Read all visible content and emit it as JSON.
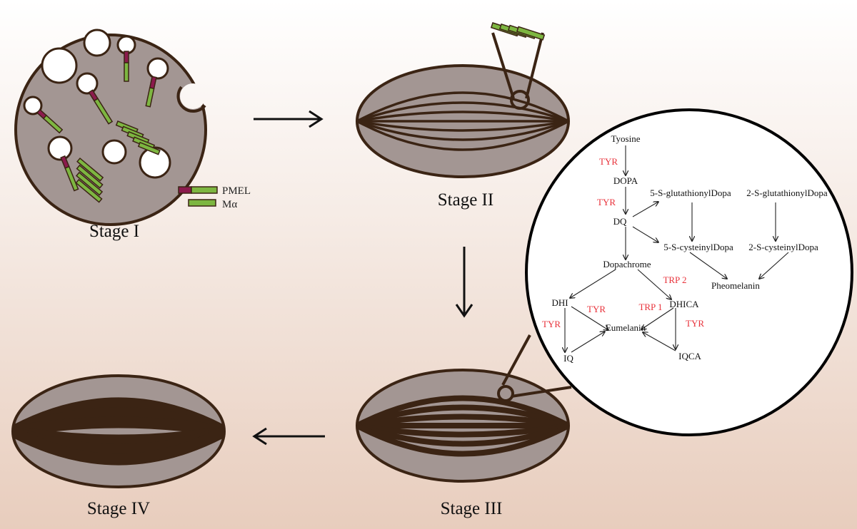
{
  "stages": {
    "s1": "Stage I",
    "s2": "Stage II",
    "s3": "Stage III",
    "s4": "Stage IV"
  },
  "legend": {
    "pmel": "PMEL",
    "ma": "Mα"
  },
  "colors": {
    "organelle_fill": "#a39693",
    "outline": "#3b2414",
    "pmel_purple": "#8b1a4d",
    "fibril_green": "#7db641",
    "enzyme_red": "#e8323b"
  },
  "pathway": {
    "tyrosine": "Tyosine",
    "dopa": "DOPA",
    "dq": "DQ",
    "glut5": "5-S-glutathionylDopa",
    "glut2": "2-S-glutathionylDopa",
    "cyst5": "5-S-cysteinylDopa",
    "cyst2": "2-S-cysteinylDopa",
    "dopachrome": "Dopachrome",
    "pheomelanin": "Pheomelanin",
    "dhi": "DHI",
    "dhica": "DHICA",
    "eumelanin": "Eumelanin",
    "iq": "IQ",
    "iqca": "IQCA",
    "enzymes": {
      "tyr1": "TYR",
      "tyr2": "TYR",
      "trp2": "TRP 2",
      "tyr3": "TYR",
      "trp1": "TRP 1",
      "tyr4": "TYR",
      "tyr5": "TYR"
    }
  }
}
